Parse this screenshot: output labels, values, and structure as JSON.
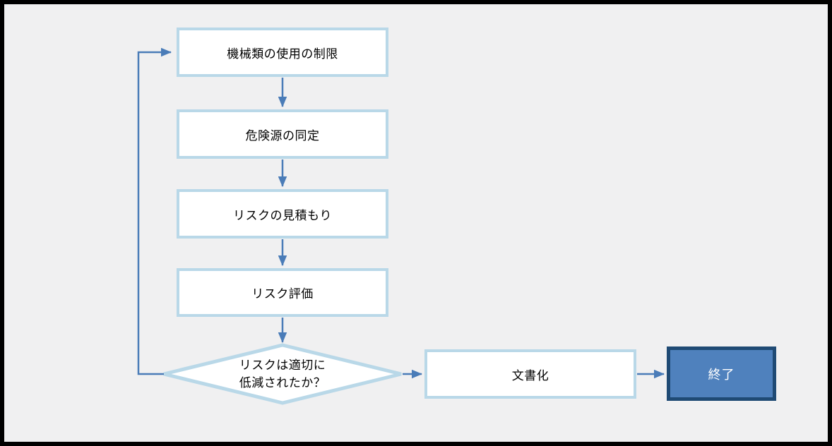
{
  "diagram": {
    "type": "flowchart",
    "language": "ja",
    "nodes": [
      {
        "id": "restriction",
        "type": "process",
        "label": "機械類の使用の制限"
      },
      {
        "id": "hazard",
        "type": "process",
        "label": "危険源の同定"
      },
      {
        "id": "estimation",
        "type": "process",
        "label": "リスクの見積もり"
      },
      {
        "id": "evaluation",
        "type": "process",
        "label": "リスク評価"
      },
      {
        "id": "decision",
        "type": "decision",
        "label": "リスクは適切に低減されたか？",
        "label_lines": [
          "リスクは適切に",
          "低減されたか？"
        ]
      },
      {
        "id": "document",
        "type": "process",
        "label": "文書化"
      },
      {
        "id": "end",
        "type": "terminal",
        "label": "終了"
      }
    ],
    "edges": [
      {
        "from": "restriction",
        "to": "hazard"
      },
      {
        "from": "hazard",
        "to": "estimation"
      },
      {
        "from": "estimation",
        "to": "evaluation"
      },
      {
        "from": "evaluation",
        "to": "decision"
      },
      {
        "from": "decision",
        "to": "document"
      },
      {
        "from": "document",
        "to": "end"
      },
      {
        "from": "decision",
        "to": "restriction",
        "kind": "feedback-loop"
      }
    ],
    "colors": {
      "canvas_background": "#f0f0f1",
      "canvas_border": "#000000",
      "process_fill": "#ffffff",
      "process_border": "#b9d8e8",
      "decision_fill": "#ffffff",
      "decision_border": "#b9d8e8",
      "connector": "#4a7cb8",
      "terminal_fill": "#4f81bd",
      "terminal_border": "#1f4a74",
      "terminal_text": "#ffffff",
      "text": "#000000"
    }
  }
}
